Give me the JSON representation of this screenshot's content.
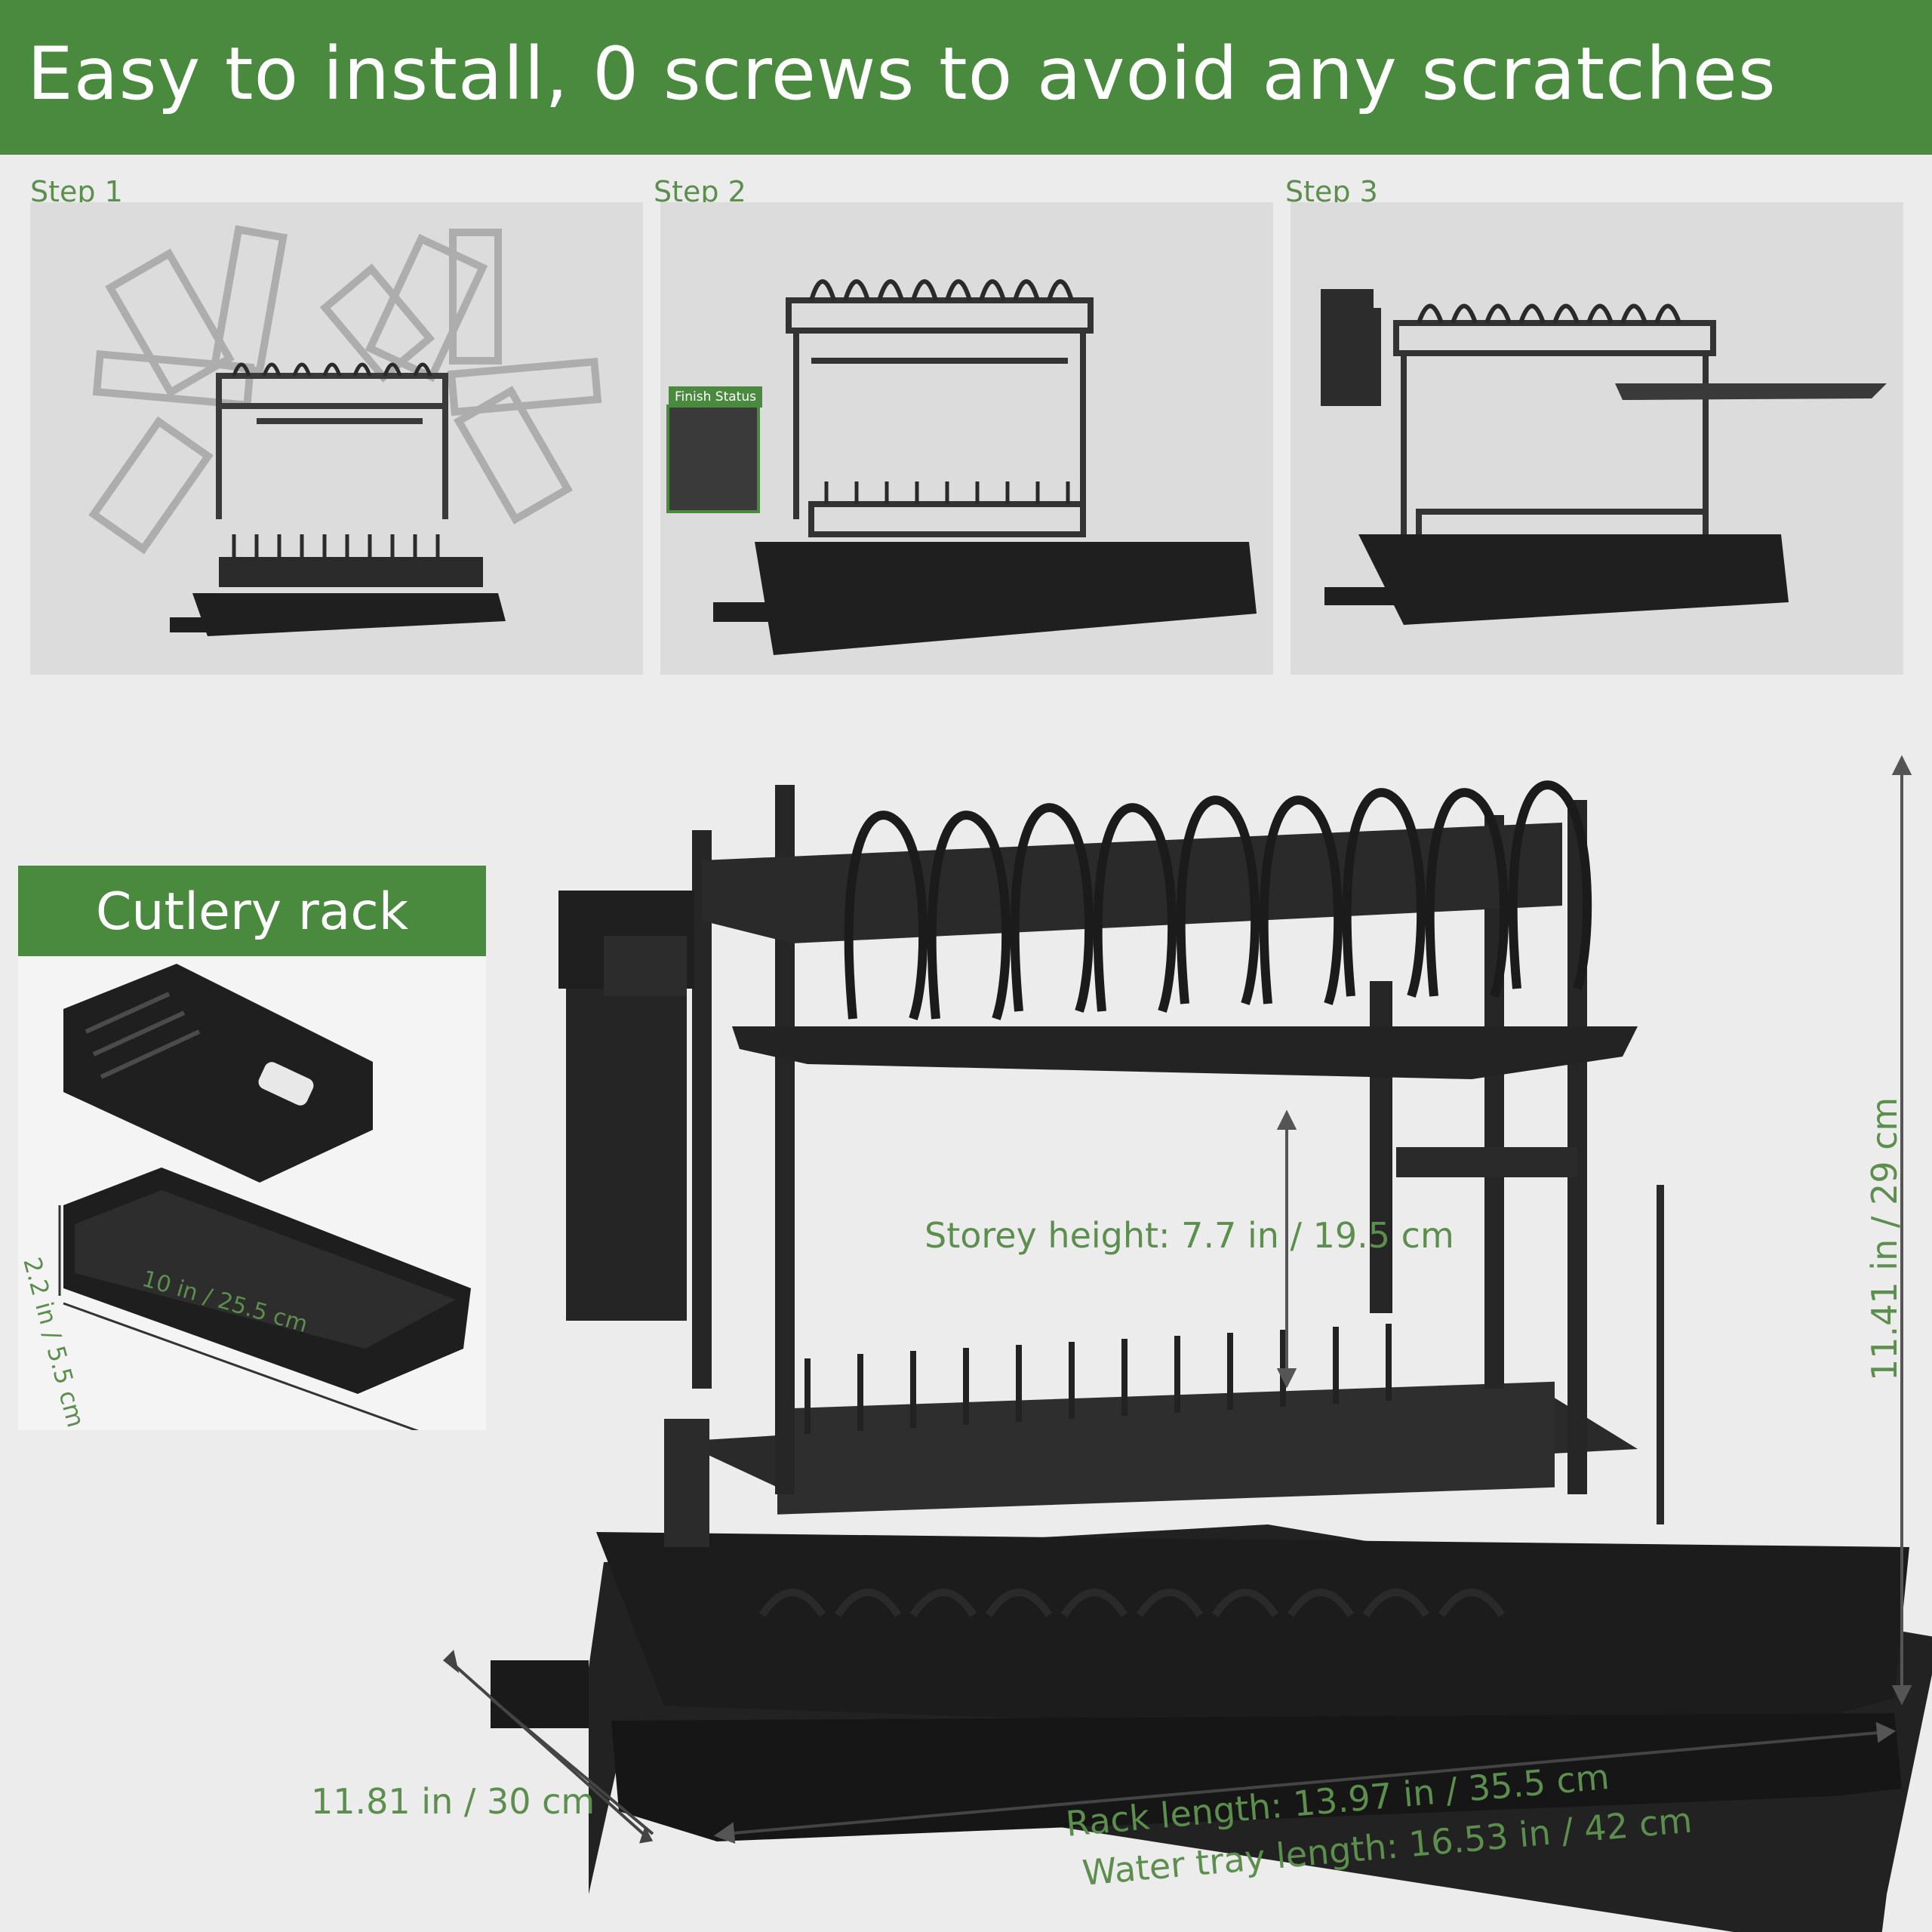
{
  "header": {
    "title": "Easy to install, 0 screws to avoid any scratches"
  },
  "steps": [
    {
      "label": "Step 1"
    },
    {
      "label": "Step 2",
      "badge": "Finish Status"
    },
    {
      "label": "Step 3"
    }
  ],
  "cutlery": {
    "title": "Cutlery rack",
    "height_label": "2.2 in / 5.5 cm",
    "length_label": "10 in / 25.5 cm"
  },
  "dimensions": {
    "storey_height": "Storey height: 7.7 in / 19.5 cm",
    "total_height": "11.41 in / 29 cm",
    "depth": "11.81 in / 30 cm",
    "rack_length": "Rack length: 13.97 in / 35.5 cm",
    "tray_length": "Water tray length: 16.53 in / 42 cm"
  },
  "colors": {
    "brand_green": "#4a8a3e",
    "label_green": "#5c8f4d",
    "product_black": "#1e1e1e",
    "background": "#ececec"
  }
}
